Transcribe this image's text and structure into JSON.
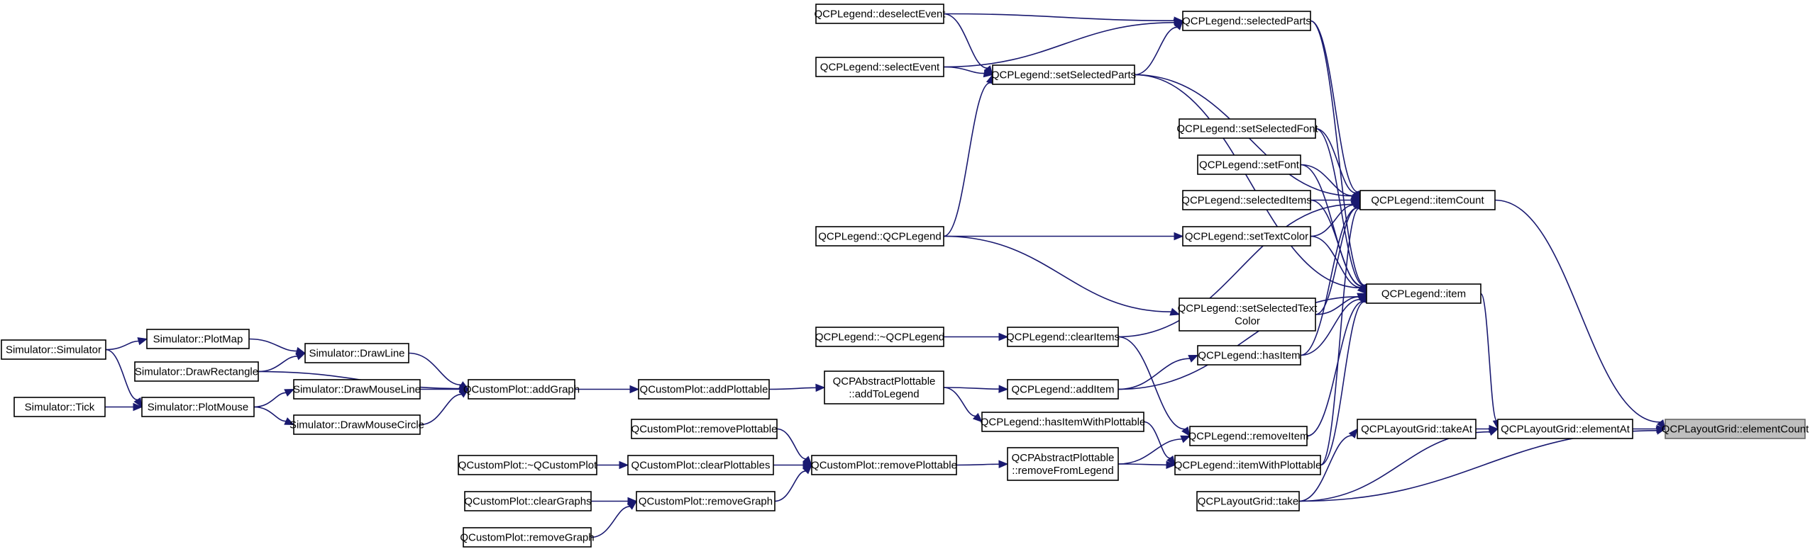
{
  "colors": {
    "edge": "#191970",
    "node_border": "#000000",
    "highlight_fill": "#bfbfbf",
    "highlight_border": "#666666"
  },
  "nodes": [
    {
      "id": "deselectEvent",
      "lines": [
        "QCPLegend::deselectEvent"
      ]
    },
    {
      "id": "selectedParts",
      "lines": [
        "QCPLegend::selectedParts"
      ]
    },
    {
      "id": "selectEvent",
      "lines": [
        "QCPLegend::selectEvent"
      ]
    },
    {
      "id": "setSelectedParts",
      "lines": [
        "QCPLegend::setSelectedParts"
      ]
    },
    {
      "id": "setSelectedFont",
      "lines": [
        "QCPLegend::setSelectedFont"
      ]
    },
    {
      "id": "setFont",
      "lines": [
        "QCPLegend::setFont"
      ]
    },
    {
      "id": "selectedItems",
      "lines": [
        "QCPLegend::selectedItems"
      ]
    },
    {
      "id": "itemCount",
      "lines": [
        "QCPLegend::itemCount"
      ]
    },
    {
      "id": "qcpLegendCtor",
      "lines": [
        "QCPLegend::QCPLegend"
      ]
    },
    {
      "id": "setTextColor",
      "lines": [
        "QCPLegend::setTextColor"
      ]
    },
    {
      "id": "setSelectedTextColor",
      "lines": [
        "QCPLegend::setSelectedText",
        "Color"
      ]
    },
    {
      "id": "item",
      "lines": [
        "QCPLegend::item"
      ]
    },
    {
      "id": "qcpLegendDtor",
      "lines": [
        "QCPLegend::~QCPLegend"
      ]
    },
    {
      "id": "clearItems",
      "lines": [
        "QCPLegend::clearItems"
      ]
    },
    {
      "id": "hasItem",
      "lines": [
        "QCPLegend::hasItem"
      ]
    },
    {
      "id": "simCtor",
      "lines": [
        "Simulator::Simulator"
      ]
    },
    {
      "id": "plotMap",
      "lines": [
        "Simulator::PlotMap"
      ]
    },
    {
      "id": "drawLine",
      "lines": [
        "Simulator::DrawLine"
      ]
    },
    {
      "id": "drawRectangle",
      "lines": [
        "Simulator::DrawRectangle"
      ]
    },
    {
      "id": "drawMouseLine",
      "lines": [
        "Simulator::DrawMouseLine"
      ]
    },
    {
      "id": "addGraph",
      "lines": [
        "QCustomPlot::addGraph"
      ]
    },
    {
      "id": "addPlottable",
      "lines": [
        "QCustomPlot::addPlottable"
      ]
    },
    {
      "id": "addToLegend",
      "lines": [
        "QCPAbstractPlottable",
        "::addToLegend"
      ]
    },
    {
      "id": "addItem",
      "lines": [
        "QCPLegend::addItem"
      ]
    },
    {
      "id": "tick",
      "lines": [
        "Simulator::Tick"
      ]
    },
    {
      "id": "plotMouse",
      "lines": [
        "Simulator::PlotMouse"
      ]
    },
    {
      "id": "drawMouseCircle",
      "lines": [
        "Simulator::DrawMouseCircle"
      ]
    },
    {
      "id": "hasItemWithPlottable",
      "lines": [
        "QCPLegend::hasItemWithPlottable"
      ]
    },
    {
      "id": "removePlottable1",
      "lines": [
        "QCustomPlot::removePlottable"
      ]
    },
    {
      "id": "removeItem",
      "lines": [
        "QCPLegend::removeItem"
      ]
    },
    {
      "id": "takeAt",
      "lines": [
        "QCPLayoutGrid::takeAt"
      ]
    },
    {
      "id": "elementAt",
      "lines": [
        "QCPLayoutGrid::elementAt"
      ]
    },
    {
      "id": "elementCount",
      "lines": [
        "QCPLayoutGrid::elementCount"
      ],
      "highlight": true
    },
    {
      "id": "qcustomPlotDtor",
      "lines": [
        "QCustomPlot::~QCustomPlot"
      ]
    },
    {
      "id": "clearPlottables",
      "lines": [
        "QCustomPlot::clearPlottables"
      ]
    },
    {
      "id": "removePlottable2",
      "lines": [
        "QCustomPlot::removePlottable"
      ]
    },
    {
      "id": "removeFromLegend",
      "lines": [
        "QCPAbstractPlottable",
        "::removeFromLegend"
      ]
    },
    {
      "id": "itemWithPlottable",
      "lines": [
        "QCPLegend::itemWithPlottable"
      ]
    },
    {
      "id": "take",
      "lines": [
        "QCPLayoutGrid::take"
      ]
    },
    {
      "id": "clearGraphs",
      "lines": [
        "QCustomPlot::clearGraphs"
      ]
    },
    {
      "id": "removeGraph1",
      "lines": [
        "QCustomPlot::removeGraph"
      ]
    },
    {
      "id": "removeGraph2",
      "lines": [
        "QCustomPlot::removeGraph"
      ]
    }
  ],
  "edges": [
    {
      "from": "deselectEvent",
      "to": "selectedParts"
    },
    {
      "from": "deselectEvent",
      "to": "setSelectedParts"
    },
    {
      "from": "selectEvent",
      "to": "selectedParts"
    },
    {
      "from": "selectEvent",
      "to": "setSelectedParts"
    },
    {
      "from": "qcpLegendCtor",
      "to": "setSelectedParts"
    },
    {
      "from": "qcpLegendCtor",
      "to": "setTextColor"
    },
    {
      "from": "qcpLegendCtor",
      "to": "setSelectedTextColor"
    },
    {
      "from": "setSelectedParts",
      "to": "selectedParts"
    },
    {
      "from": "setSelectedParts",
      "to": "itemCount"
    },
    {
      "from": "setSelectedParts",
      "to": "item"
    },
    {
      "from": "selectedParts",
      "to": "itemCount"
    },
    {
      "from": "selectedParts",
      "to": "item"
    },
    {
      "from": "setSelectedFont",
      "to": "itemCount"
    },
    {
      "from": "setSelectedFont",
      "to": "item"
    },
    {
      "from": "setFont",
      "to": "itemCount"
    },
    {
      "from": "setFont",
      "to": "item"
    },
    {
      "from": "selectedItems",
      "to": "itemCount"
    },
    {
      "from": "selectedItems",
      "to": "item"
    },
    {
      "from": "setTextColor",
      "to": "itemCount"
    },
    {
      "from": "setTextColor",
      "to": "item"
    },
    {
      "from": "setSelectedTextColor",
      "to": "itemCount"
    },
    {
      "from": "setSelectedTextColor",
      "to": "item"
    },
    {
      "from": "qcpLegendDtor",
      "to": "clearItems"
    },
    {
      "from": "clearItems",
      "to": "itemCount"
    },
    {
      "from": "clearItems",
      "to": "removeItem"
    },
    {
      "from": "hasItem",
      "to": "itemCount"
    },
    {
      "from": "hasItem",
      "to": "item"
    },
    {
      "from": "addItem",
      "to": "hasItem"
    },
    {
      "from": "addItem",
      "to": "item"
    },
    {
      "from": "removeItem",
      "to": "item"
    },
    {
      "from": "itemWithPlottable",
      "to": "itemCount"
    },
    {
      "from": "itemWithPlottable",
      "to": "item"
    },
    {
      "from": "item",
      "to": "elementAt"
    },
    {
      "from": "itemCount",
      "to": "elementCount"
    },
    {
      "from": "take",
      "to": "takeAt"
    },
    {
      "from": "take",
      "to": "elementAt"
    },
    {
      "from": "take",
      "to": "elementCount"
    },
    {
      "from": "takeAt",
      "to": "elementAt"
    },
    {
      "from": "elementAt",
      "to": "elementCount"
    },
    {
      "from": "simCtor",
      "to": "plotMap"
    },
    {
      "from": "simCtor",
      "to": "plotMouse"
    },
    {
      "from": "tick",
      "to": "plotMouse"
    },
    {
      "from": "plotMap",
      "to": "drawLine"
    },
    {
      "from": "drawRectangle",
      "to": "drawLine"
    },
    {
      "from": "plotMouse",
      "to": "drawMouseLine"
    },
    {
      "from": "plotMouse",
      "to": "drawMouseCircle"
    },
    {
      "from": "drawLine",
      "to": "addGraph"
    },
    {
      "from": "drawRectangle",
      "to": "addGraph"
    },
    {
      "from": "drawMouseLine",
      "to": "addGraph"
    },
    {
      "from": "drawMouseCircle",
      "to": "addGraph"
    },
    {
      "from": "addGraph",
      "to": "addPlottable"
    },
    {
      "from": "addPlottable",
      "to": "addToLegend"
    },
    {
      "from": "addToLegend",
      "to": "addItem"
    },
    {
      "from": "addToLegend",
      "to": "hasItemWithPlottable"
    },
    {
      "from": "hasItemWithPlottable",
      "to": "itemWithPlottable"
    },
    {
      "from": "removePlottable1",
      "to": "removePlottable2"
    },
    {
      "from": "qcustomPlotDtor",
      "to": "clearPlottables"
    },
    {
      "from": "clearPlottables",
      "to": "removePlottable2"
    },
    {
      "from": "clearGraphs",
      "to": "removeGraph1"
    },
    {
      "from": "removeGraph2",
      "to": "removeGraph1"
    },
    {
      "from": "removeGraph1",
      "to": "removePlottable2"
    },
    {
      "from": "removePlottable2",
      "to": "removeFromLegend"
    },
    {
      "from": "removeFromLegend",
      "to": "itemWithPlottable"
    },
    {
      "from": "removeFromLegend",
      "to": "removeItem"
    }
  ]
}
